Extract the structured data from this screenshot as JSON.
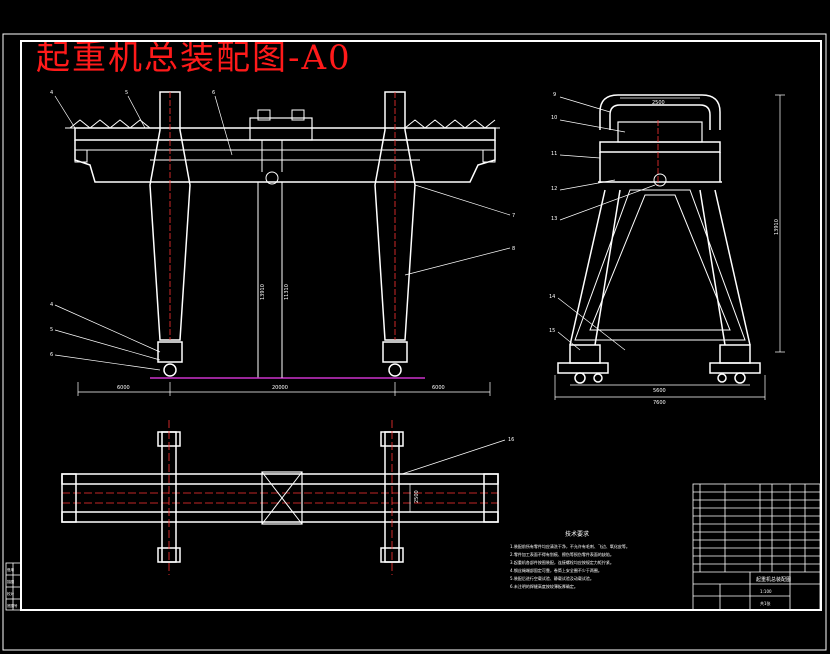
{
  "drawing": {
    "title": "起重机总装配图-A0",
    "front_view": {
      "callouts": [
        "4",
        "5",
        "6",
        "7",
        "8",
        "4",
        "5",
        "6"
      ],
      "dims": {
        "overall_height": "13910",
        "inner_height": "11310",
        "span": "20000",
        "left_overhang": "6000",
        "right_overhang": "6000"
      }
    },
    "side_view": {
      "callouts": [
        "9",
        "10",
        "11",
        "12",
        "13",
        "14",
        "15"
      ],
      "dims": {
        "top_width": "2500",
        "height": "13910",
        "base_inner": "5600",
        "base_outer": "7600"
      }
    },
    "plan_view": {
      "callouts": [
        "16"
      ],
      "dims": {
        "trolley_gauge": "2500"
      }
    },
    "notes_title": "技术要求",
    "notes": [
      "1.装配前所有零件均应清洗干净，不允许有毛刺、飞边、氧化皮等。",
      "2.零件加工表面不得有划痕、擦伤等损伤零件表面的缺陷。",
      "3.起重机各部件按图装配，连接螺栓均应按规定力矩拧紧。",
      "4.钢丝绳端部固定可靠，卷筒上安全圈不少于两圈。",
      "5.装配后进行空载试验、静载试验及动载试验。",
      "6.未注明的焊缝高度按较薄板厚确定。"
    ],
    "title_block": {
      "drawing_name": "起重机总装配图",
      "scale": "1:100",
      "sheet": "共1张"
    },
    "left_stamp": [
      "借用",
      "描图",
      "校对",
      "底图号"
    ]
  }
}
